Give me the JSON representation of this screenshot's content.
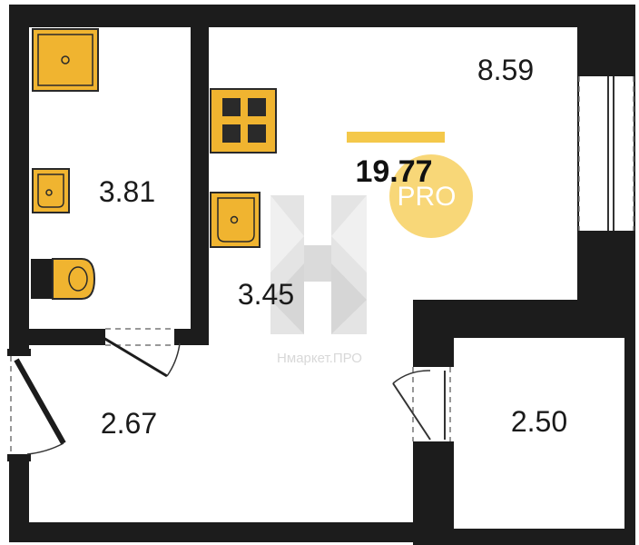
{
  "colors": {
    "wall": "#1c1c1c",
    "floor": "#ffffff",
    "fixture_fill": "#f0b430",
    "fixture_stroke": "#2a2a2a",
    "accent_bar": "#f4c84a",
    "pro_circle": "#f7d060",
    "watermark": "#c8c8c8"
  },
  "plan": {
    "total_area": "19.77",
    "badge_text": "PRO",
    "rooms": [
      {
        "id": "living",
        "area": "8.59"
      },
      {
        "id": "bathroom",
        "area": "3.81"
      },
      {
        "id": "kitchen",
        "area": "3.45"
      },
      {
        "id": "hallway",
        "area": "2.67"
      },
      {
        "id": "balcony",
        "area": "2.50"
      }
    ],
    "fixtures": [
      "shower-icon",
      "stove-icon",
      "kitchen-sink-icon",
      "washbasin-icon",
      "toilet-icon"
    ],
    "watermark_text": "Нмаркет.ПРО"
  }
}
